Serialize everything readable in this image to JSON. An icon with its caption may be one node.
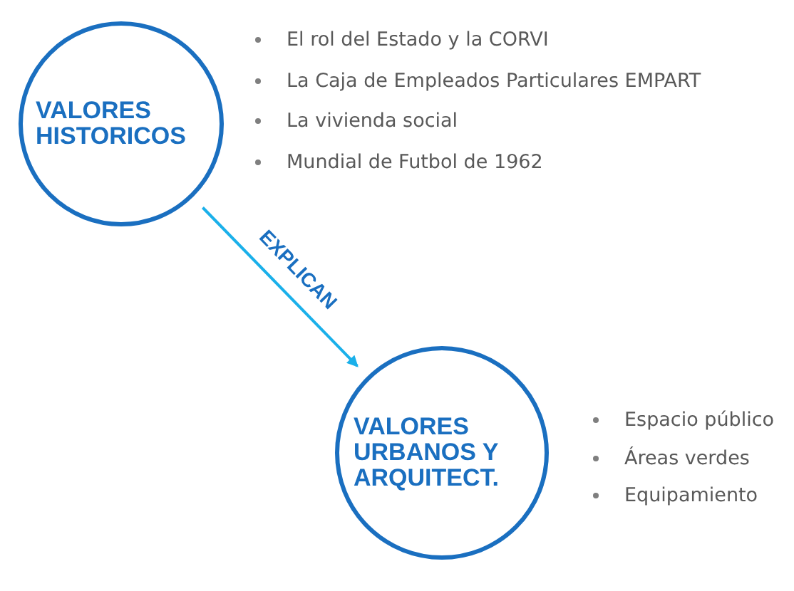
{
  "diagram": {
    "nodes": [
      {
        "text": [
          "VALORES HISTORICOS"
        ],
        "beside": [
          "El rol del Estado y la CORVI",
          "La Caja de Empleados Particulares EMPART",
          "La vivienda social",
          "Mundial de Futbol de 1962"
        ]
      },
      {
        "text": [
          "VALORES URBANOS Y ARQUITECT."
        ],
        "beside": [
          "Espacio público",
          "Áreas verdes",
          "Equipamiento"
        ]
      }
    ],
    "edges": [
      {
        "from": 0,
        "to": 1,
        "arrow": "to",
        "label": "EXPLICAN"
      }
    ]
  }
}
